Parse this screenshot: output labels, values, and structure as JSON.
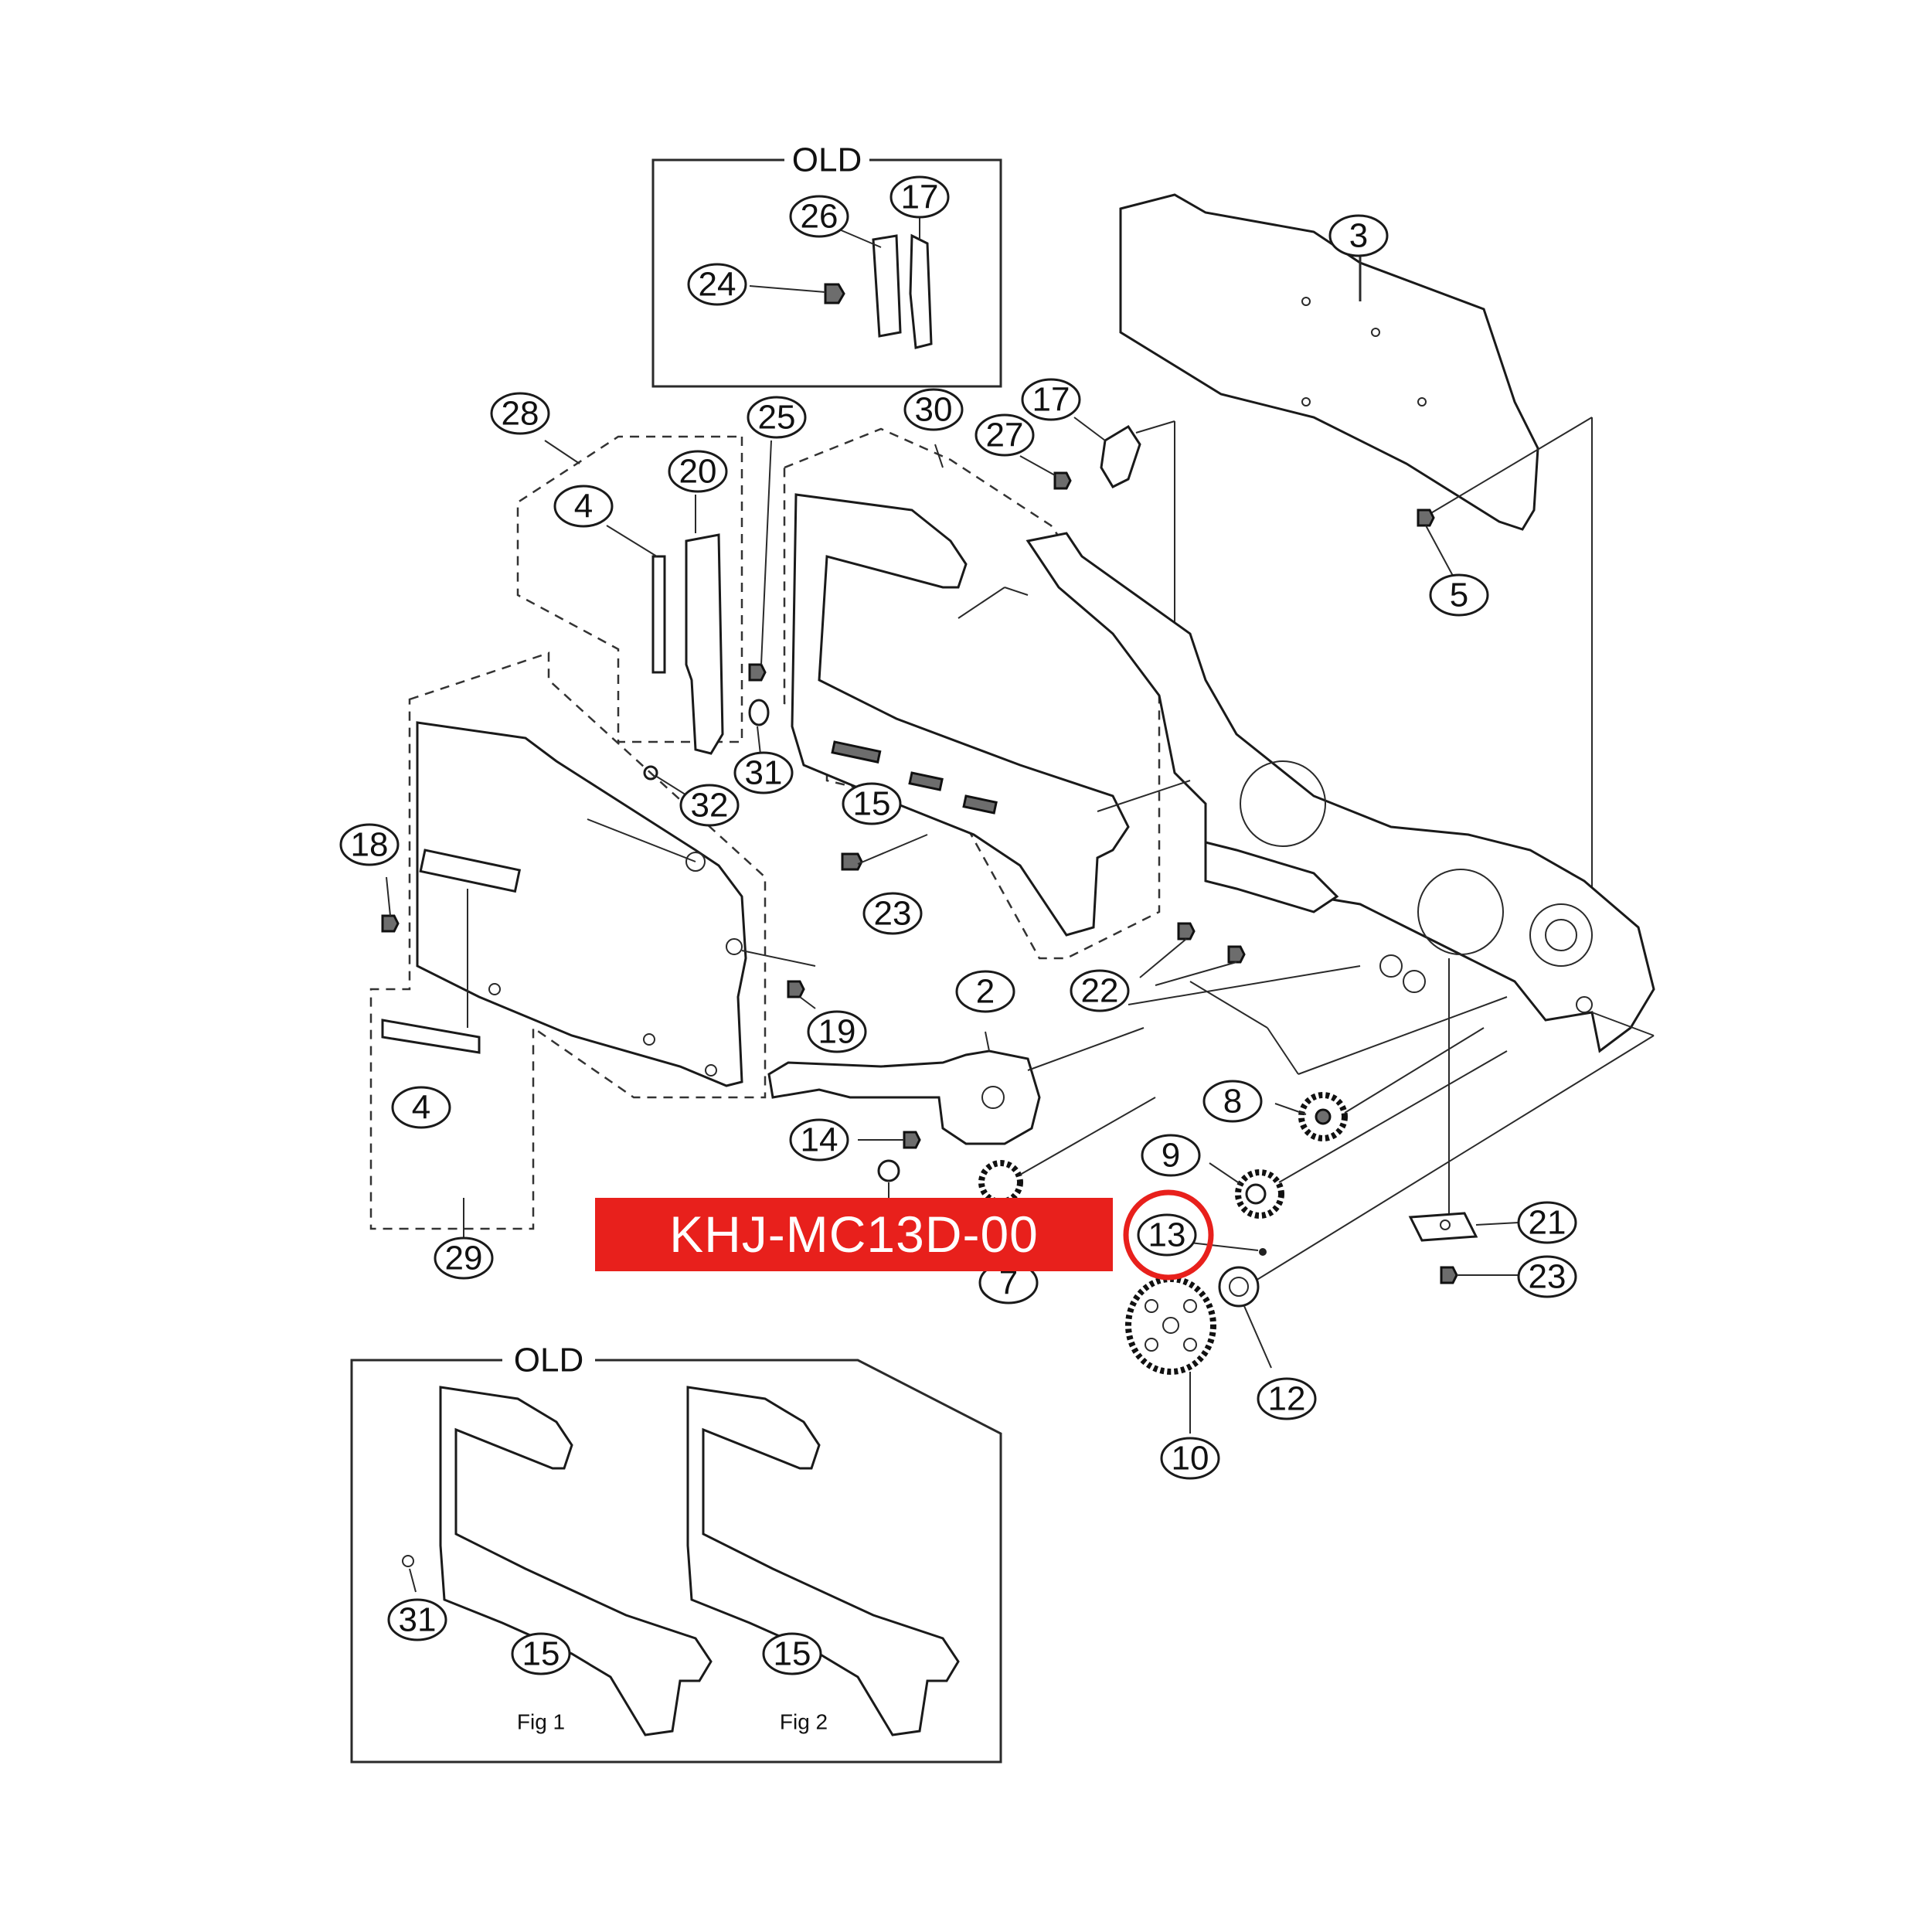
{
  "boxes": {
    "top_old_title": "OLD",
    "bottom_old_title": "OLD"
  },
  "fig_labels": {
    "fig1": "Fig 1",
    "fig2": "Fig 2"
  },
  "banner": {
    "text": "KHJ-MC13D-00",
    "color": "#e8201c"
  },
  "highlight": {
    "part": "13",
    "color": "#e8201c"
  },
  "callouts": {
    "c17_top": "17",
    "c26": "26",
    "c24": "24",
    "c3": "3",
    "c5": "5",
    "c28": "28",
    "c20": "20",
    "c4_top": "4",
    "c25": "25",
    "c31": "31",
    "c32": "32",
    "c30": "30",
    "c15": "15",
    "c23_mid": "23",
    "c17_mid": "17",
    "c27": "27",
    "c18": "18",
    "c19": "19",
    "c4_bot": "4",
    "c29": "29",
    "c2": "2",
    "c14": "14",
    "c7": "7",
    "c22": "22",
    "c8": "8",
    "c9": "9",
    "c13": "13",
    "c12": "12",
    "c10": "10",
    "c21": "21",
    "c23_right": "23",
    "c31_old": "31",
    "c15_fig1": "15",
    "c15_fig2": "15"
  }
}
